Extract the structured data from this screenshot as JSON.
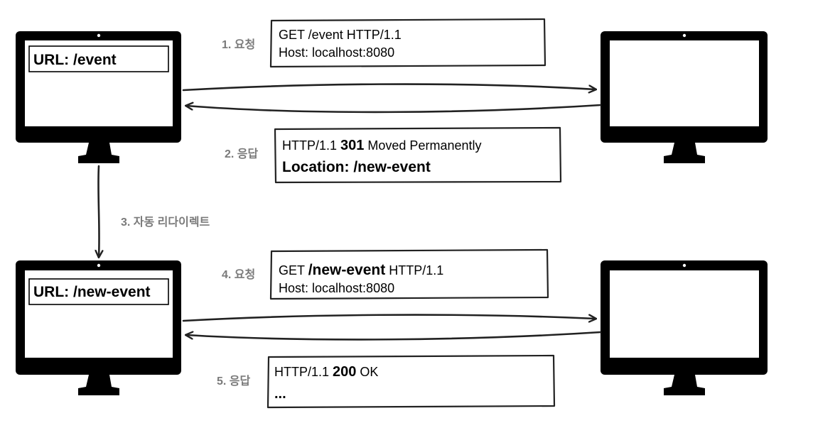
{
  "exchange1": {
    "client_url_label": "URL: /event",
    "request_step": "1. 요청",
    "request_line1": "GET /event HTTP/1.1",
    "request_line2": "Host: localhost:8080",
    "response_step": "2. 응답",
    "response_prefix": "HTTP/1.1 ",
    "response_code": "301",
    "response_suffix": " Moved Permanently",
    "response_line2": "Location: /new-event"
  },
  "redirect_step": "3. 자동 리다이렉트",
  "exchange2": {
    "client_url_label": "URL: /new-event",
    "request_step": "4. 요청",
    "request_prefix": "GET ",
    "request_path": "/new-event",
    "request_suffix": " HTTP/1.1",
    "request_line2": "Host: localhost:8080",
    "response_step": "5. 응답",
    "response_prefix": "HTTP/1.1 ",
    "response_code": "200",
    "response_suffix": " OK",
    "response_line2": "..."
  }
}
